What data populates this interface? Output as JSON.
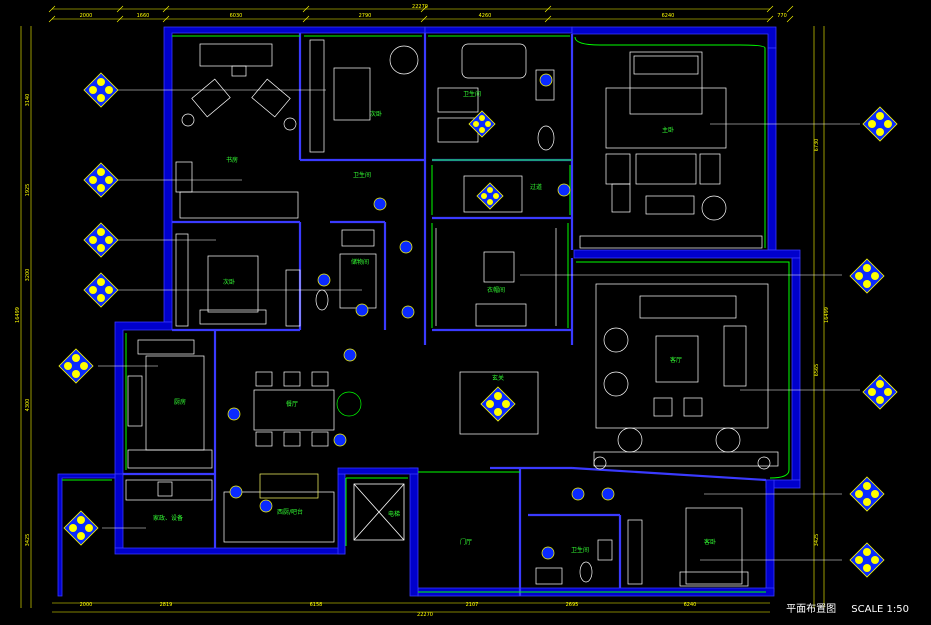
{
  "drawing": {
    "title": "平面布置图",
    "scale": "SCALE 1:50",
    "top_dims": [
      "2000",
      "1660",
      "6030",
      "2790",
      "4260",
      "6240",
      "770"
    ],
    "top_total": "22270",
    "bottom_dims": [
      "2000",
      "2819",
      "6158",
      "2107",
      "2695",
      "6240"
    ],
    "bottom_total": "22270",
    "left_dims": [
      "3140",
      "1925",
      "3200",
      "4300",
      "3425"
    ],
    "left_total": "16499",
    "right_dims": [
      "6730",
      "6565",
      "3425"
    ],
    "right_total": "16499"
  },
  "rooms": {
    "study": "书房",
    "second_bedroom_a": "次卧",
    "bath_a": "卫生间",
    "master_bedroom": "主卧",
    "bath_b": "卫生间",
    "corridor": "过道",
    "second_bedroom_b": "次卧",
    "cloakroom": "衣帽间",
    "storage": "储物间",
    "kitchen": "厨房",
    "dining": "餐厅",
    "living": "客厅",
    "hall": "玄关",
    "laundry": "家政、设备",
    "wet_bar": "西厨/吧台",
    "elevator": "电梯",
    "foyer": "门厅",
    "guest_bath": "卫生间",
    "guest_bedroom": "客卧"
  },
  "colors": {
    "background": "#000000",
    "wall": "#0000cc",
    "wall_outline": "#3a3aff",
    "furniture": "#ffffff",
    "fixture": "#ffff66",
    "glass": "#00ff00",
    "dimension": "#ffff00",
    "label": "#33ff33",
    "tag_fill": "#0a2aff",
    "tag_outline": "#ffff00"
  },
  "icons": [
    "elevation-index-tag"
  ]
}
